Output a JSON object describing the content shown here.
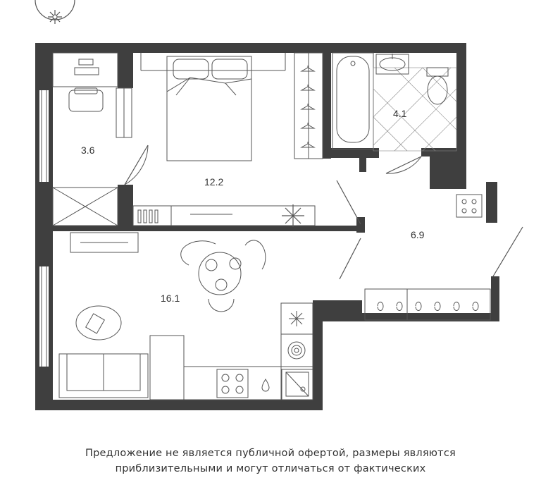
{
  "rooms": [
    {
      "id": "study",
      "area": "3.6"
    },
    {
      "id": "bedroom",
      "area": "12.2"
    },
    {
      "id": "bathroom",
      "area": "4.1"
    },
    {
      "id": "hall",
      "area": "6.9"
    },
    {
      "id": "living",
      "area": "16.1"
    }
  ],
  "disclaimer": {
    "line1": "Предложение не является публичной офертой, размеры являются",
    "line2": "приблизительными и могут отличаться от фактических"
  },
  "icons": [
    "compass-icon",
    "bed-icon",
    "desk-icon",
    "chair-icon",
    "wardrobe-icon",
    "hanger-icon",
    "bathtub-icon",
    "sink-icon",
    "toilet-icon",
    "stove-icon",
    "plant-icon",
    "table-icon",
    "sofa-icon",
    "rug-icon",
    "fridge-icon",
    "washer-icon",
    "shower-icon"
  ],
  "colors": {
    "wall": "#3f3f3f",
    "line": "#555555",
    "background": "#ffffff"
  }
}
